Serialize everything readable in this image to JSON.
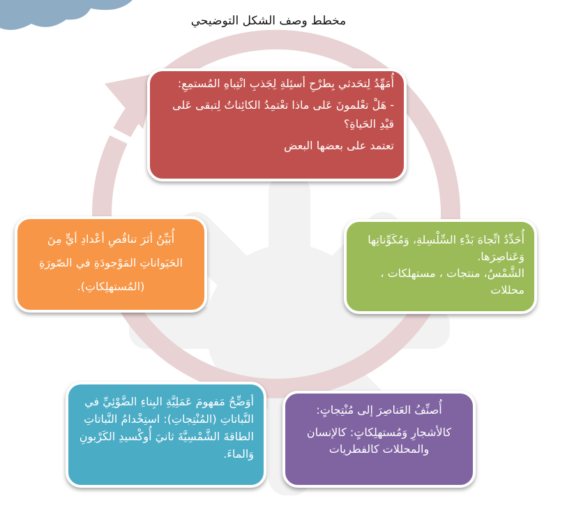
{
  "title": "مخطط وصف الشكل التوضيحي",
  "colors": {
    "red": "#c0504d",
    "green": "#9bbb59",
    "orange": "#f79646",
    "teal": "#4bacc6",
    "purple": "#8064a2",
    "ring": "#e8d2d3"
  },
  "boxes": {
    "intro": {
      "line1": "أُمَهِّدُ لِتحَدثي بِطرْحِ أسئِلةِ لِجَذبِ انْتِباهِ المُستمِعِ:",
      "line2": "- هَلْ تعْلمونَ عَلى ماذا تعْتمِدُ الكائِناتُ لِتبقى عَلى قيْدِ الحَياةِ؟",
      "line3": "تعتمد على بعضها البعض"
    },
    "chain": {
      "line1": "أُحَدِّدُ اتِّجاهَ بَدْءِ السِّلْسِلةِ، وَمُكَوِّناتِها وَعَناصِرَها.",
      "line2": "الشَّمْسُ، منتجات ، مستهلكات ، محللات"
    },
    "classify": {
      "line1": "أُصنِّفُ العَناصِرَ إلى مُنْتِجاتٍ:",
      "line2": "كالأشجارِ وَمُستهلِكاتٍ: كالإنسان والمحللات كالفطريات"
    },
    "photosynthesis": {
      "line1": "أوَضِّحُ مَفهومَ عَمَلِيَّةِ البِناءِ الضَّوْئِيِّ في النَّباتاتِ (المُنْتِجاتِ): استِخْدامُ النَّباتاتِ الطاقةَ الشَّمْسِيَّةَ ثانيَ أُوكْسيدِ الكَرْبونِ وَالماءَ."
    },
    "decline": {
      "line1": "أُبَيِّنُ أثرَ تناقُصِ أعْدادِ أيٍّ مِنَ الحَيَواناتِ المَوْجودَةِ في الصّورَةِ (المُستهلِكاتِ)."
    }
  }
}
